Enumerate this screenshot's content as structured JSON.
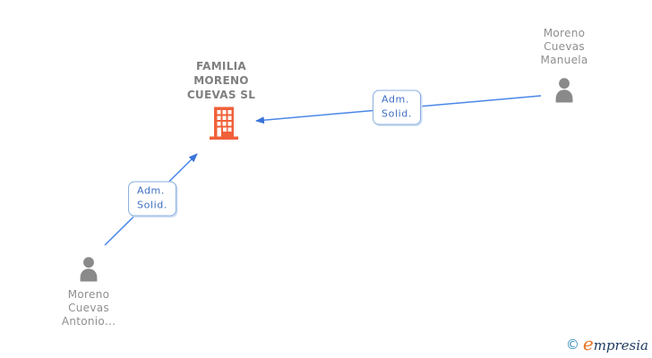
{
  "canvas": {
    "background": "#ffffff"
  },
  "nodes": {
    "company": {
      "name_lines": [
        "FAMILIA",
        "MORENO",
        "CUEVAS SL"
      ],
      "icon": "building-icon",
      "icon_color": "#f0613a",
      "text_color": "#7f7f7f"
    },
    "person_manuela": {
      "name_lines": [
        "Moreno",
        "Cuevas",
        "Manuela"
      ],
      "icon": "person-icon",
      "icon_color": "#8a8a8a",
      "text_color": "#8f8f8f"
    },
    "person_antonio": {
      "name_lines": [
        "Moreno",
        "Cuevas",
        "Antonio..."
      ],
      "icon": "person-icon",
      "icon_color": "#8a8a8a",
      "text_color": "#8f8f8f"
    }
  },
  "edges": [
    {
      "from": "person_manuela",
      "to": "company",
      "label_lines": [
        "Adm.",
        "Solid."
      ],
      "line_color": "#4a86e8"
    },
    {
      "from": "person_antonio",
      "to": "company",
      "label_lines": [
        "Adm.",
        "Solid."
      ],
      "line_color": "#4a86e8"
    }
  ],
  "edge_label_style": {
    "border_color": "#88afe0",
    "text_color": "#3f6fc1",
    "background": "#ffffff"
  },
  "footer": {
    "copyright_symbol": "©",
    "brand_first_letter": "e",
    "brand_rest": "mpresia",
    "copyright_color": "#2b87b8",
    "brand_first_color": "#e87425",
    "brand_rest_color": "#1f3a5f"
  }
}
